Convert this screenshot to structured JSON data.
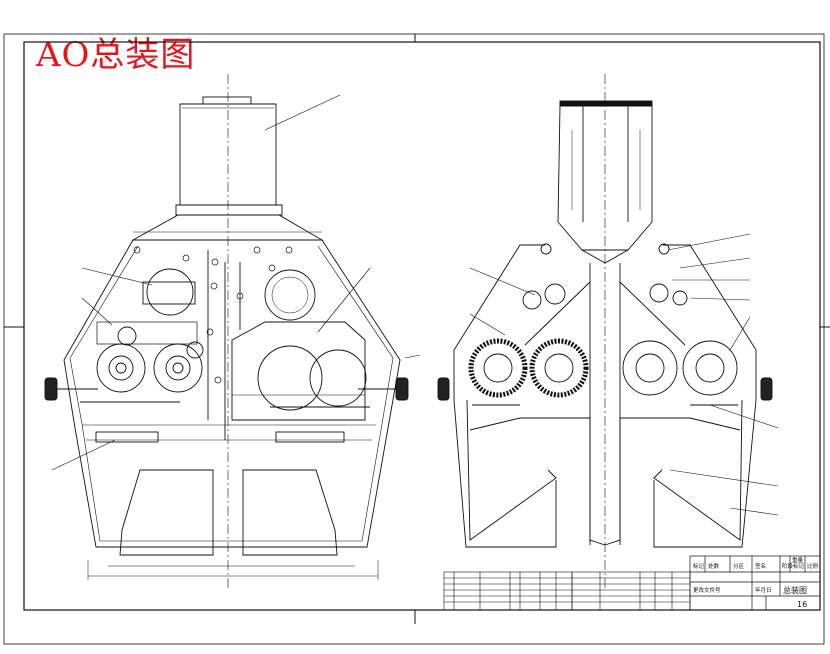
{
  "title": "AO总装图",
  "colors": {
    "title_red": "#e8141b",
    "line": "#111111",
    "paper": "#ffffff"
  },
  "title_block": {
    "drawing_name": "总装图",
    "sheet_number": "16",
    "header_labels": [
      "标记",
      "处数",
      "分区",
      "更改文件号",
      "签名",
      "年月日"
    ],
    "right_header": [
      "阶段标记",
      "重量",
      "比例"
    ]
  }
}
